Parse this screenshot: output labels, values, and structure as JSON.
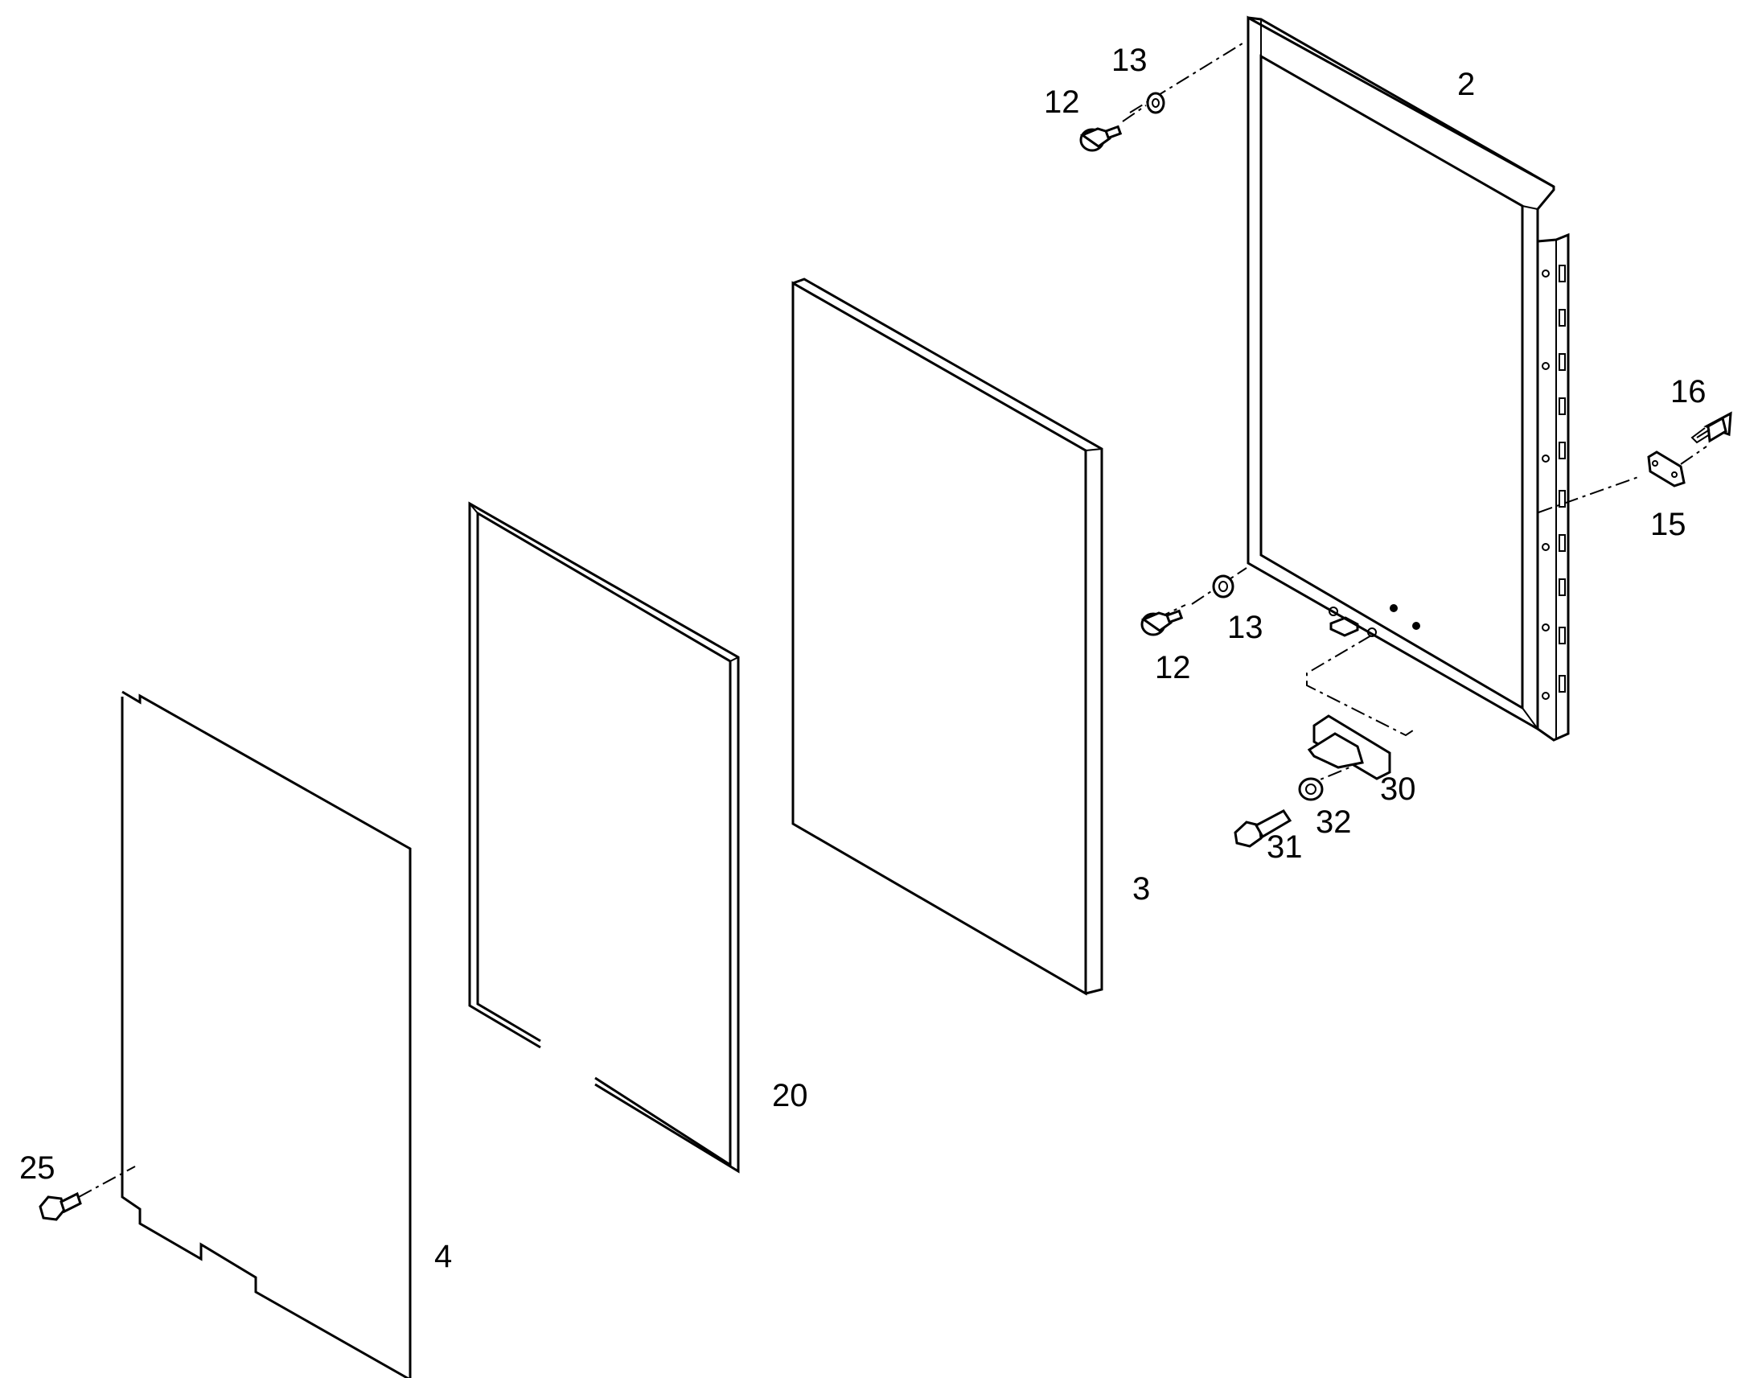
{
  "callouts": [
    {
      "id": "c2",
      "label": "2"
    },
    {
      "id": "c3",
      "label": "3"
    },
    {
      "id": "c4",
      "label": "4"
    },
    {
      "id": "c12a",
      "label": "12"
    },
    {
      "id": "c12b",
      "label": "12"
    },
    {
      "id": "c13a",
      "label": "13"
    },
    {
      "id": "c13b",
      "label": "13"
    },
    {
      "id": "c15",
      "label": "15"
    },
    {
      "id": "c16",
      "label": "16"
    },
    {
      "id": "c20",
      "label": "20"
    },
    {
      "id": "c25",
      "label": "25"
    },
    {
      "id": "c30",
      "label": "30"
    },
    {
      "id": "c31",
      "label": "31"
    },
    {
      "id": "c32",
      "label": "32"
    }
  ]
}
